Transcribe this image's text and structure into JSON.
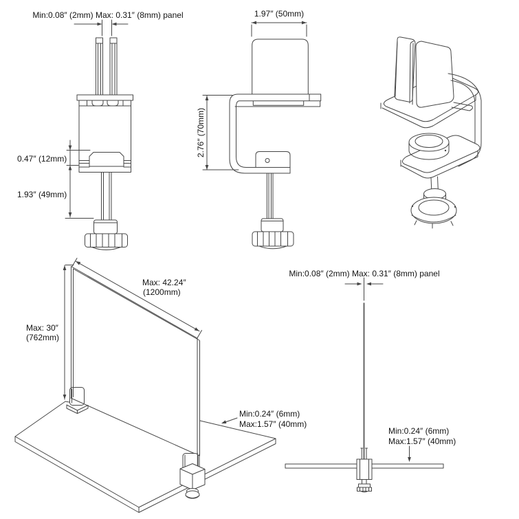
{
  "page": {
    "background": "#ffffff"
  },
  "colors": {
    "line": "#454545",
    "text": "#141414"
  },
  "views": {
    "front_view": {
      "panel_gap_label": "Min:0.08″ (2mm) Max: 0.31″ (8mm) panel",
      "jaw_height_label": "0.47″ (12mm)",
      "screw_travel_label": "1.93″ (49mm)"
    },
    "side_view": {
      "width_label": "1.97″ (50mm)",
      "height_label": "2.76″ (70mm)"
    },
    "desk_scene": {
      "panel_length_label": {
        "line1": "Max: 42.24″",
        "line2": "(1200mm)"
      },
      "panel_height_label": {
        "line1": "Max: 30″",
        "line2": "(762mm)"
      },
      "desk_thickness_label": {
        "line1": "Min:0.24″ (6mm)",
        "line2": "Max:1.57″ (40mm)"
      }
    },
    "edge_view": {
      "panel_thickness_label": "Min:0.08″ (2mm) Max: 0.31″ (8mm) panel",
      "desk_thickness_label": {
        "line1": "Min:0.24″ (6mm)",
        "line2": "Max:1.57″ (40mm)"
      }
    }
  }
}
